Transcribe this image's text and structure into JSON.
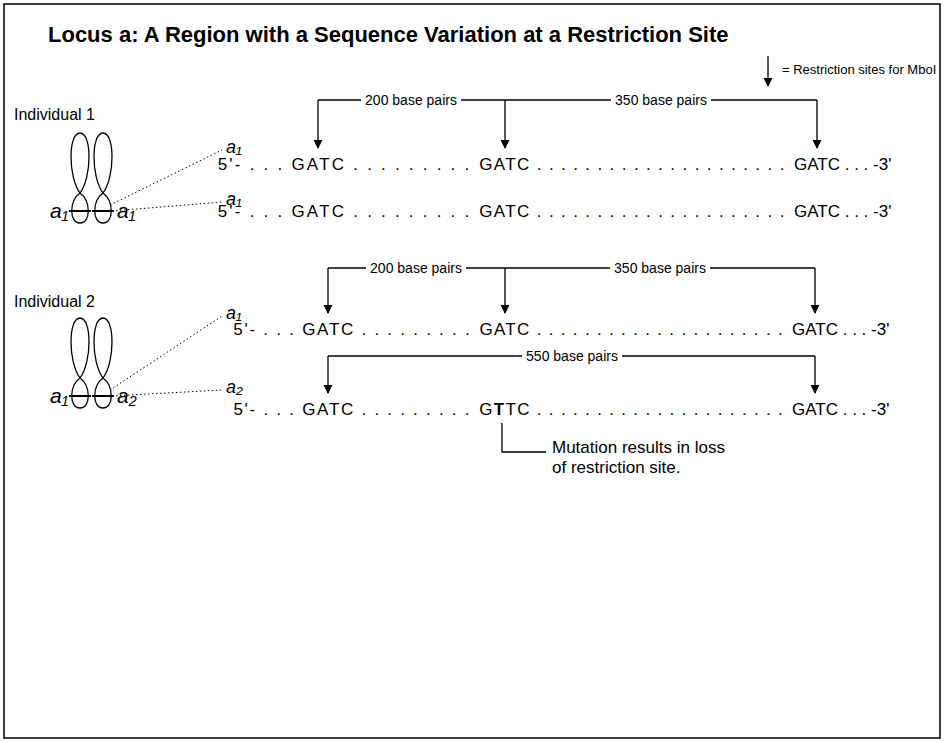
{
  "diagram": {
    "title": "Locus a: A Region with a Sequence Variation at a Restriction Site",
    "labels": [
      "Individual 1",
      "a₁",
      "a₁",
      "a₁",
      "a₁",
      "200 base pairs",
      "350 base pairs",
      "5'- . . . GATC . . . . . . . . .",
      "GATC . . . . . . . . . . . . . . . . . . . . .",
      "GATC . . . -3'",
      "5'- . . . GATC . . . . . . . . .",
      "GATC . . . . . . . . . . . . . . . . . . . . .",
      "GATC . . . -3'",
      "Individual 2",
      "a₁",
      "a₂",
      "a₁",
      "a₂",
      "200 base pairs",
      "350 base pairs",
      "5'- . . . GATC . . . . . . . . .",
      "GATC . . . . . . . . . . . . . . . . . . . . .",
      "GATC . . . -3'",
      "550 base pairs",
      "5'- . . . GATC . . . . . . . . .",
      "GTTC . . . . . . . . . . . . . . . . . . . . .",
      "GATC . . . -3'",
      "Mutation results in loss of restriction site."
    ],
    "legend": [
      {
        "text": "= Restriction sites for MboI"
      }
    ]
  }
}
